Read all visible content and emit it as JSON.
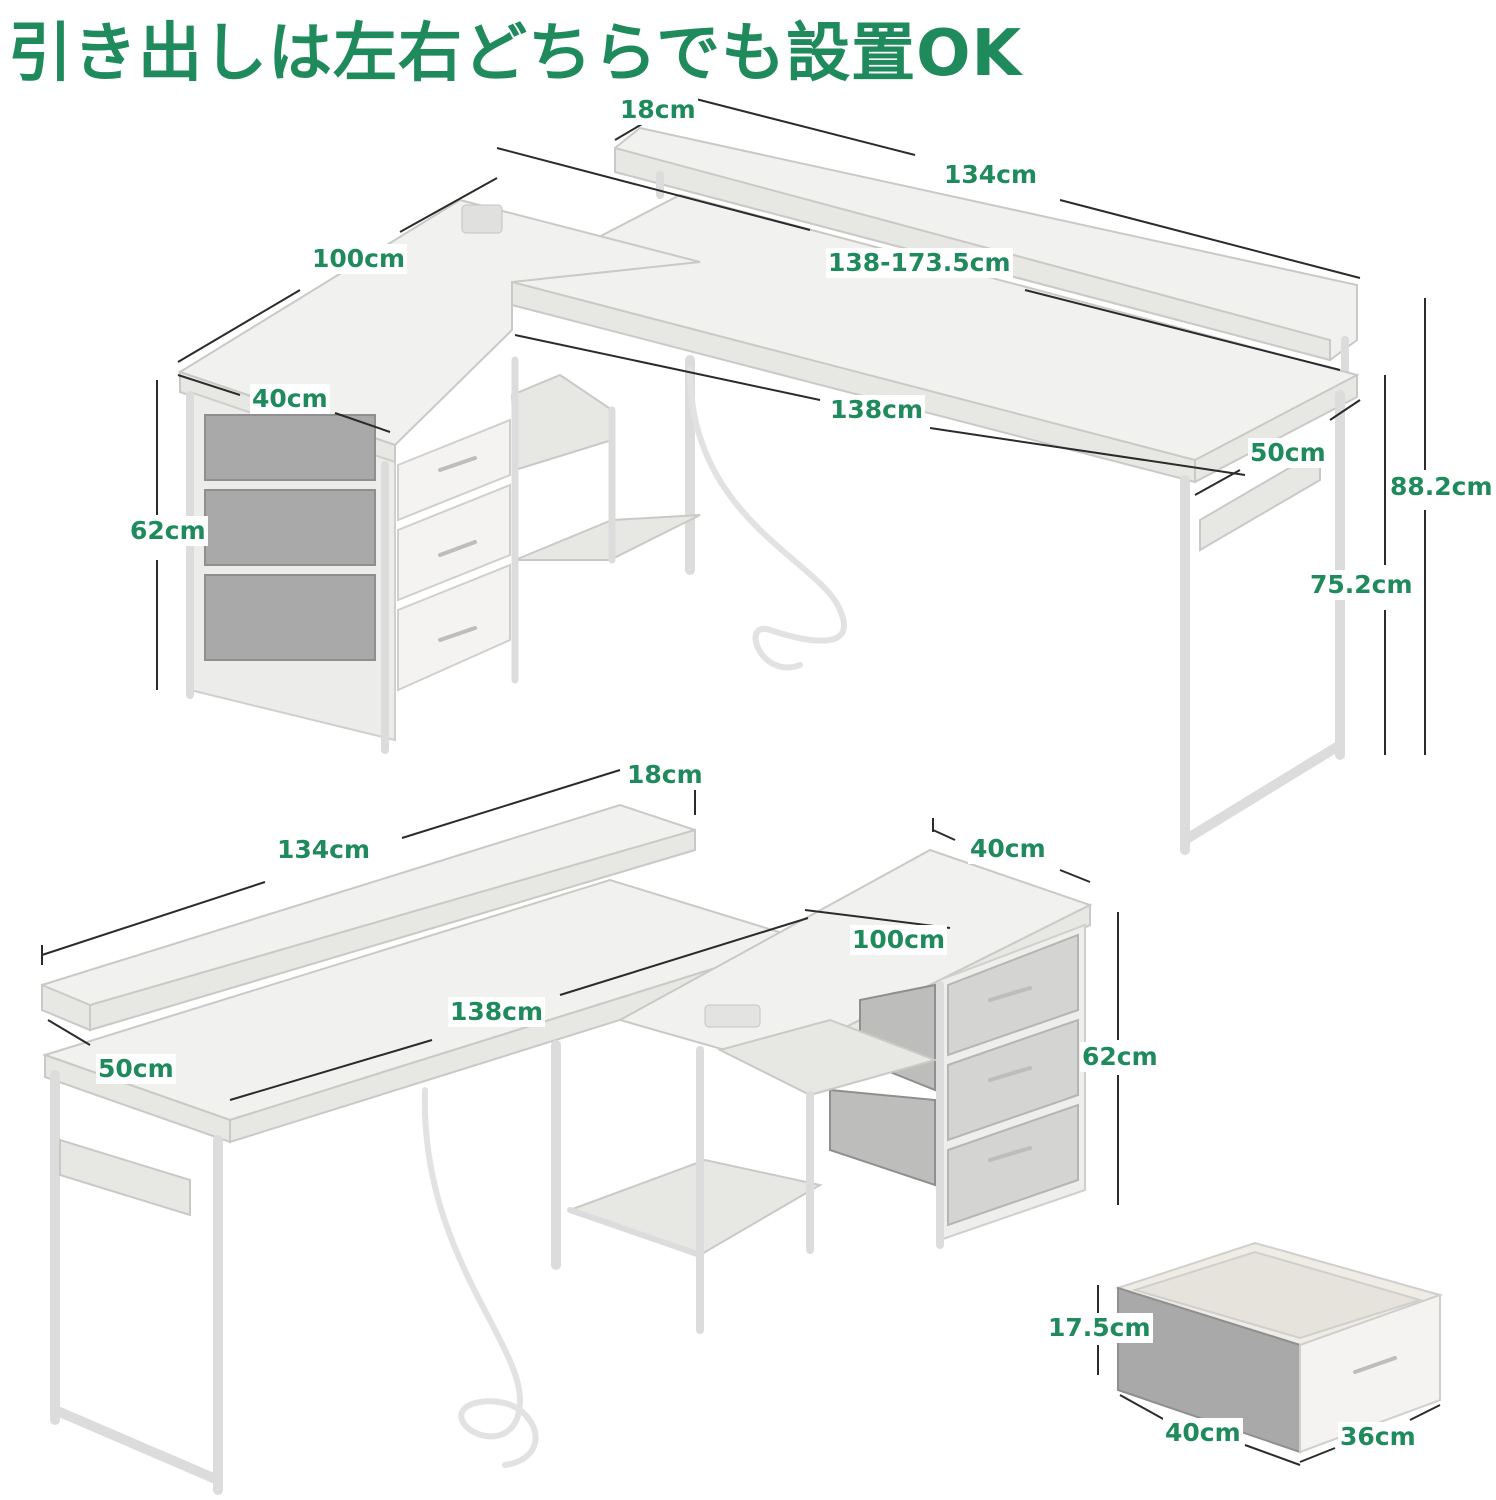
{
  "title": "引き出しは左右どちらでも設置OK",
  "dimensions": {
    "top_shelf_depth": "18cm",
    "top_shelf_width": "134cm",
    "top_side_length": "100cm",
    "top_extend_width": "138-173.5cm",
    "top_side_depth": "40cm",
    "top_desk_width": "138cm",
    "top_desk_depth": "50cm",
    "top_total_height": "88.2cm",
    "top_cabinet_height": "62cm",
    "top_desk_height": "75.2cm",
    "bottom_shelf_depth": "18cm",
    "bottom_shelf_width": "134cm",
    "bottom_side_depth": "40cm",
    "bottom_side_length": "100cm",
    "bottom_desk_width": "138cm",
    "bottom_desk_depth": "50cm",
    "bottom_cabinet_height": "62cm",
    "drawer_height": "17.5cm",
    "drawer_width": "40cm",
    "drawer_depth": "36cm"
  }
}
